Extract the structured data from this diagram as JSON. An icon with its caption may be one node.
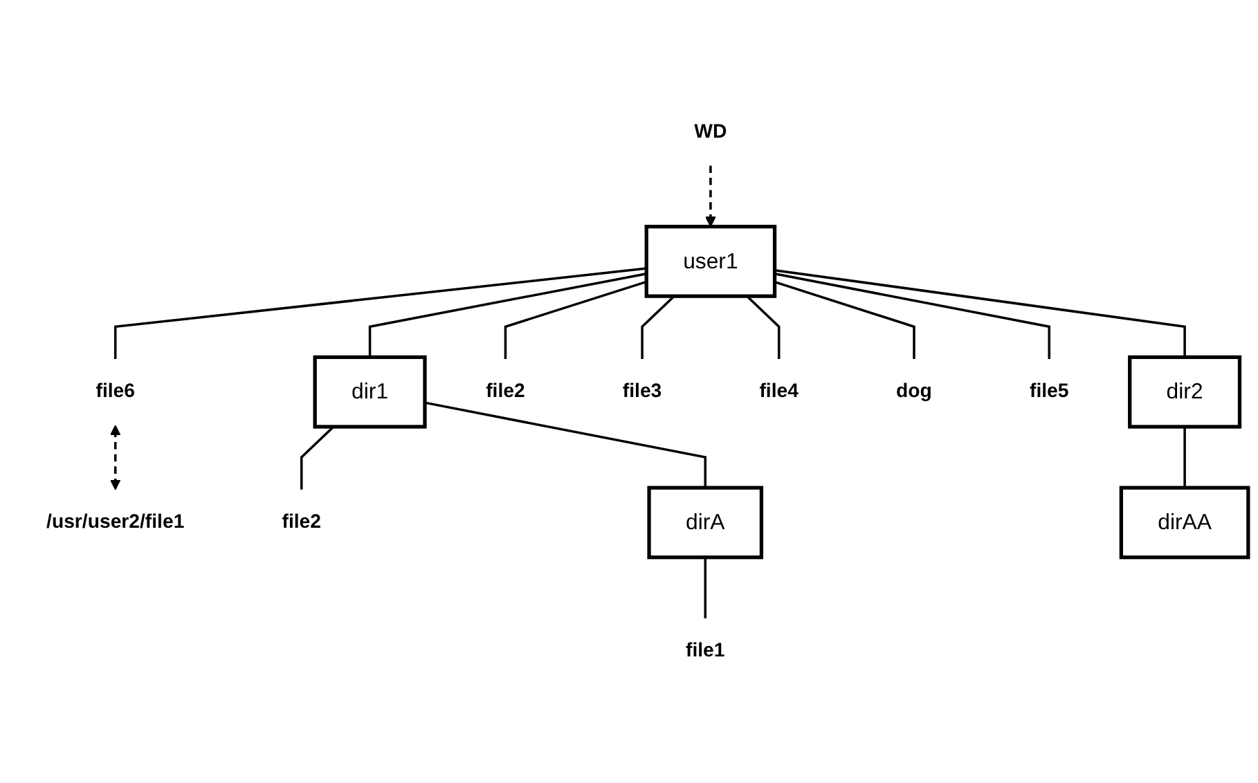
{
  "diagram": {
    "nodes": [
      {
        "text": [
          "user1"
        ]
      },
      {
        "text": [
          "WD"
        ]
      },
      {
        "text": [
          "dir1"
        ]
      },
      {
        "text": [
          "dir2"
        ]
      },
      {
        "text": [
          "file2"
        ]
      },
      {
        "text": [
          "file3"
        ]
      },
      {
        "text": [
          "file4"
        ]
      },
      {
        "text": [
          "dog"
        ]
      },
      {
        "text": [
          "file5"
        ]
      },
      {
        "text": [
          "file6"
        ]
      },
      {
        "text": [
          "/usr/user2/file1"
        ]
      },
      {
        "text": [
          "file2"
        ]
      },
      {
        "text": [
          "dirA"
        ]
      },
      {
        "text": [
          "dirAA"
        ]
      },
      {
        "text": [
          "file1"
        ]
      }
    ],
    "edges": [
      {
        "from": 1,
        "to": 0,
        "arrow": "to",
        "style": "dashed"
      },
      {
        "from": 0,
        "to": 2,
        "arrow": "none"
      },
      {
        "from": 0,
        "to": 3,
        "arrow": "none"
      },
      {
        "from": 0,
        "to": 4,
        "arrow": "none"
      },
      {
        "from": 0,
        "to": 5,
        "arrow": "none"
      },
      {
        "from": 0,
        "to": 6,
        "arrow": "none"
      },
      {
        "from": 0,
        "to": 7,
        "arrow": "none"
      },
      {
        "from": 0,
        "to": 8,
        "arrow": "none"
      },
      {
        "from": 0,
        "to": 9,
        "arrow": "none"
      },
      {
        "from": 9,
        "to": 10,
        "arrow": "both",
        "style": "dashed"
      },
      {
        "from": 2,
        "to": 11,
        "arrow": "none"
      },
      {
        "from": 2,
        "to": 12,
        "arrow": "none"
      },
      {
        "from": 3,
        "to": 13,
        "arrow": "none"
      },
      {
        "from": 12,
        "to": 14,
        "arrow": "none"
      }
    ]
  }
}
